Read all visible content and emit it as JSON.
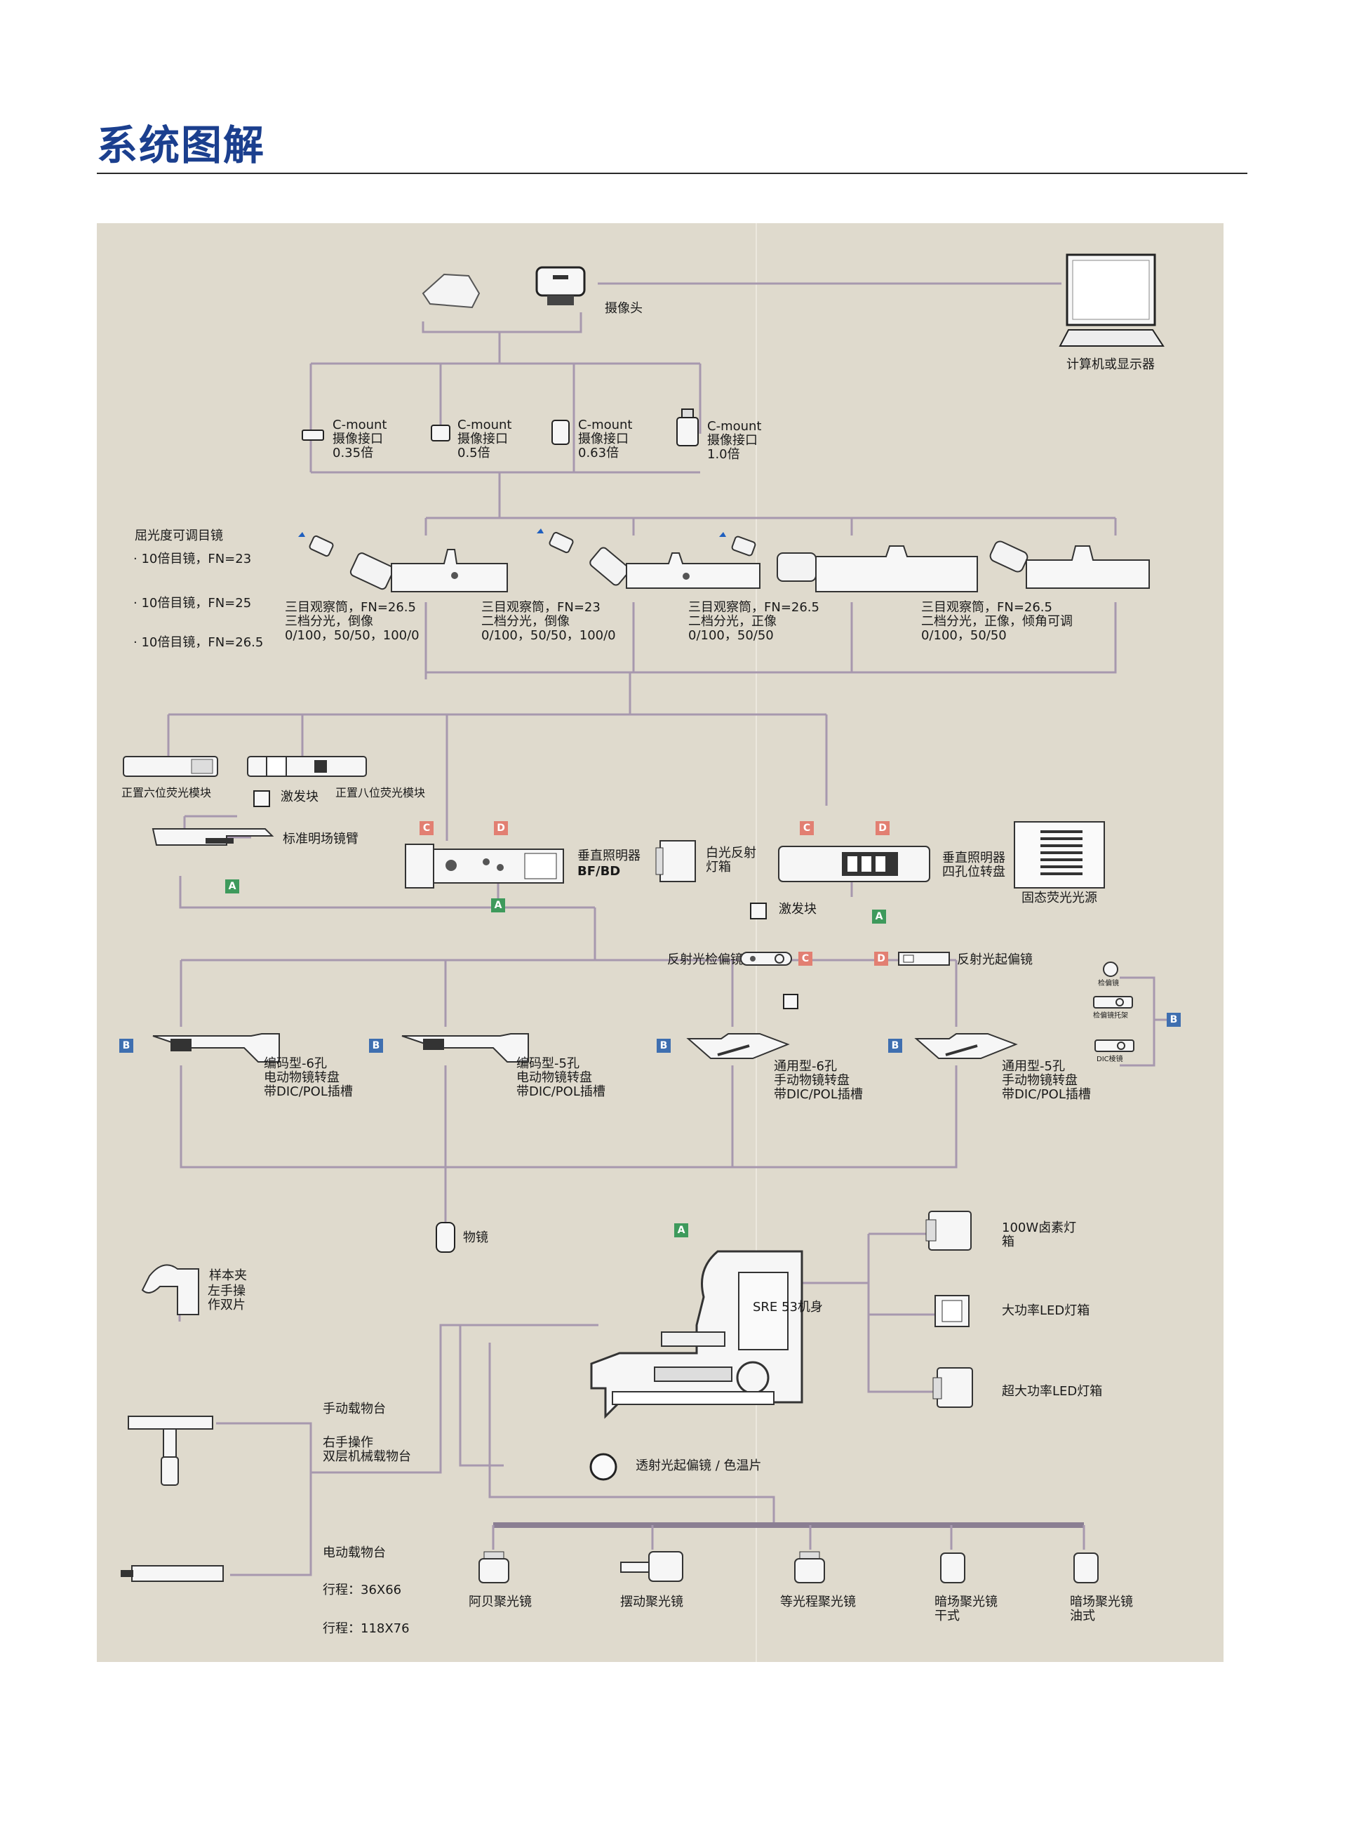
{
  "page": {
    "title": "系统图解"
  },
  "colors": {
    "title": "#1b3f8e",
    "panel": "#dfdacd",
    "line": "#a798ae",
    "badge_a": "#3e9a5c",
    "badge_b": "#3f6fb0",
    "badge_cd": "#e27f72"
  },
  "badges": {
    "a": "A",
    "b": "B",
    "c": "C",
    "d": "D"
  },
  "labels": {
    "camera": "摄像头",
    "computer": "计算机或显示器",
    "cmount_035": "C-mount\n摄像接口\n0.35倍",
    "cmount_05": "C-mount\n摄像接口\n0.5倍",
    "cmount_063": "C-mount\n摄像接口\n0.63倍",
    "cmount_10": "C-mount\n摄像接口\n1.0倍",
    "eyepiece_title": "屈光度可调目镜",
    "eyepiece_1": "10倍目镜，FN=23",
    "eyepiece_2": "10倍目镜，FN=25",
    "eyepiece_3": "10倍目镜，FN=26.5",
    "tube_1": "三目观察筒，FN=26.5\n三档分光，倒像\n0/100，50/50，100/0",
    "tube_2": "三目观察筒，FN=23\n二档分光，倒像\n0/100，50/50，100/0",
    "tube_3": "三目观察筒，FN=26.5\n二档分光，正像\n0/100，50/50",
    "tube_4": "三目观察筒，FN=26.5\n二档分光，正像，倾角可调\n0/100，50/50",
    "fluo_6": "正置六位荧光模块",
    "fluo_8": "正置八位荧光模块",
    "excite_1": "激发块",
    "arm": "标准明场镜臂",
    "illum_bfbd": "垂直照明器",
    "illum_bfbd_2": "BF/BD",
    "white_lamp": "白光反射\n灯箱",
    "illum_4": "垂直照明器\n四孔位转盘",
    "excite_2": "激发块",
    "led_source": "固态荧光光源",
    "analyzer": "反射光检偏镜",
    "polarizer": "反射光起偏镜",
    "small_1": "检偏镜",
    "small_2": "检偏镜托架",
    "small_3": "DIC棱镜",
    "noseA": "编码型-6孔\n电动物镜转盘\n带DIC/POL插槽",
    "noseB": "编码型-5孔\n电动物镜转盘\n带DIC/POL插槽",
    "noseC": "通用型-6孔\n手动物镜转盘\n带DIC/POL插槽",
    "noseD": "通用型-5孔\n手动物镜转盘\n带DIC/POL插槽",
    "objective": "物镜",
    "holder": "样本夹",
    "holder_2": "左手操\n作双片",
    "body": "SRE 53机身",
    "lamp_halogen": "100W卤素灯\n箱",
    "lamp_led": "大功率LED灯箱",
    "lamp_led_super": "超大功率LED灯箱",
    "trans_pol": "透射光起偏镜 / 色温片",
    "stage_manual": "手动载物台",
    "stage_right": "右手操作\n双层机械载物台",
    "stage_motor": "电动载物台",
    "travel_1": "行程：36X66",
    "travel_2": "行程：118X76",
    "cond_1": "阿贝聚光镜",
    "cond_2": "摆动聚光镜",
    "cond_3": "等光程聚光镜",
    "cond_4": "暗场聚光镜\n干式",
    "cond_5": "暗场聚光镜\n油式"
  }
}
